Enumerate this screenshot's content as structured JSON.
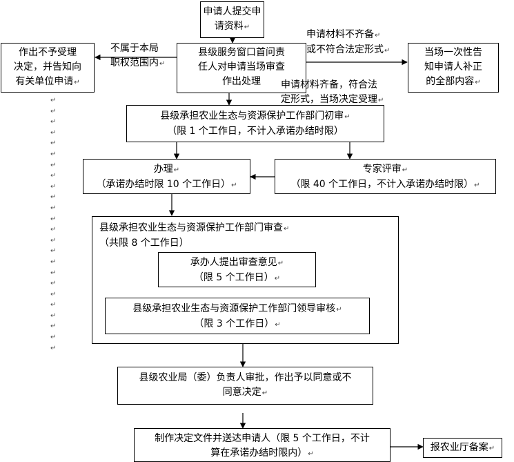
{
  "nodes": {
    "submit": [
      "申请人提交申",
      "请资料"
    ],
    "window": [
      "县级服务窗口首问责",
      "任人对申请当场审查",
      "作出处理"
    ],
    "reject": [
      "作出不予受理",
      "决定，并告知向",
      "有关单位申请"
    ],
    "correct": [
      "当场一次性告",
      "知申请人补正",
      "的全部内容"
    ],
    "initial_review": [
      "县级承担农业生态与资源保护工作部门初审",
      "（限 1 个工作日，不计入承诺办结时限）"
    ],
    "handle": [
      "办理",
      "（承诺办结时限 10 个工作日）"
    ],
    "expert": [
      "专家评审",
      "（限 40 个工作日，不计入承诺办结时限）"
    ],
    "dept_review": [
      "县级承担农业生态与资源保护工作部门审查",
      "（共限 8 个工作日）"
    ],
    "opinion": [
      "承办人提出审查意见",
      "（限 5 个工作日）"
    ],
    "leader": [
      "县级承担农业生态与资源保护工作部门领导审核",
      "（限 3 个工作日）"
    ],
    "approve": [
      "县级农业局（委）负责人审批，作出予以同意或不",
      "同意决定"
    ],
    "deliver": [
      "制作决定文件并送达申请人（限 5 个工作日，不计",
      "算在承诺办结时限内）"
    ],
    "archive": [
      "报农业厅备案"
    ]
  },
  "labels": {
    "not_in_scope": [
      "不属于本局",
      "职权范围内"
    ],
    "incomplete": [
      "申请材料不齐备",
      "或不符合法定形式"
    ],
    "complete": [
      "申请材料齐备，符合法",
      "定形式，当场决定受理"
    ]
  },
  "paragraph_mark": "↵"
}
